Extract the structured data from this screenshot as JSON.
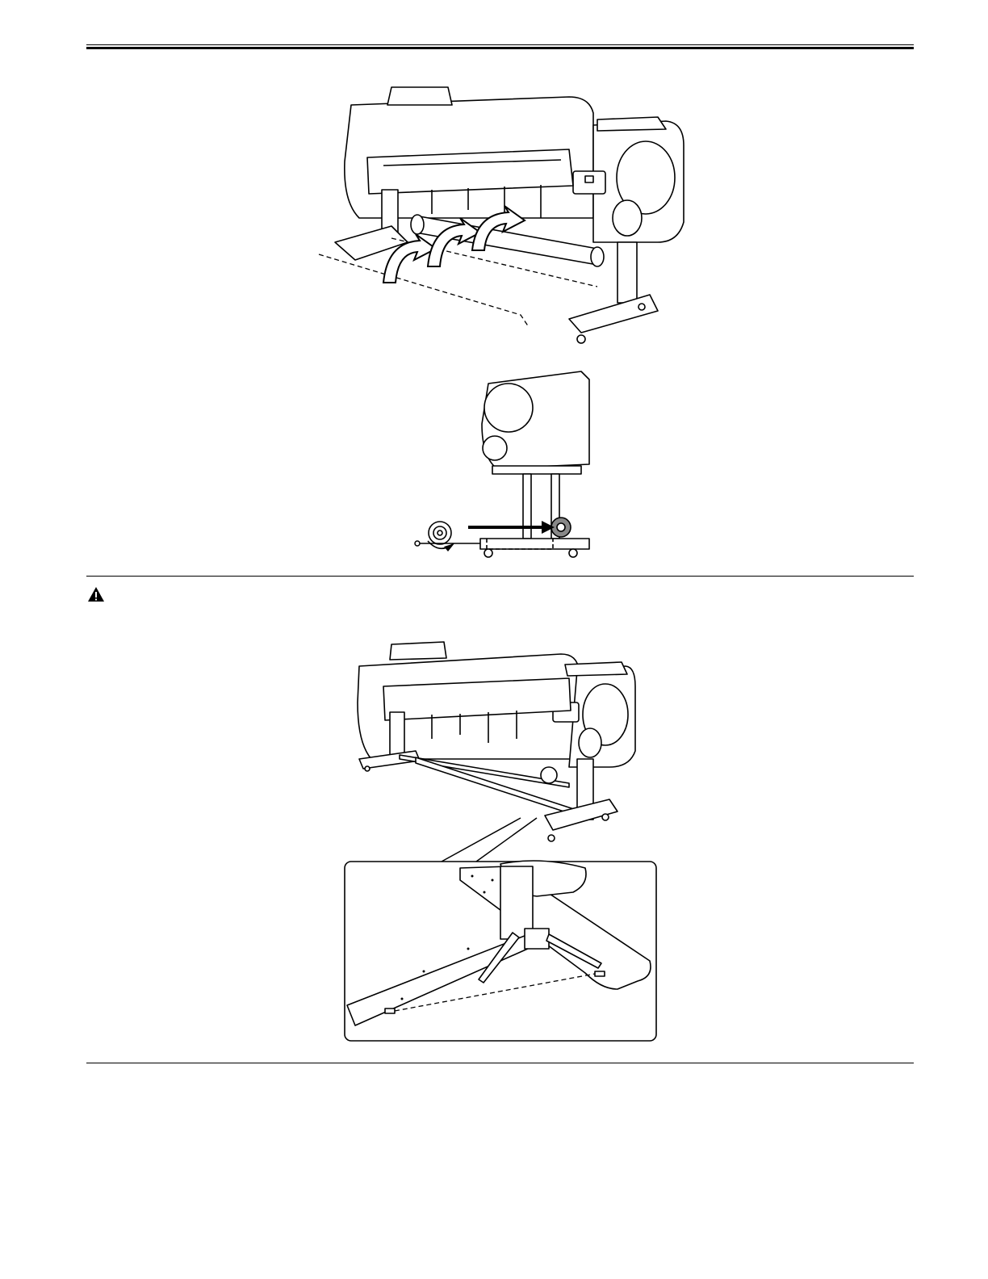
{
  "page": {
    "header_rule": "double",
    "figures": [
      {
        "id": "fig-printer-roll-front",
        "icon": "printer-with-media-roll-icon"
      },
      {
        "id": "fig-printer-side-view",
        "icon": "printer-side-roll-arrow-icon"
      },
      {
        "id": "fig-printer-stand",
        "icon": "printer-stand-icon"
      },
      {
        "id": "fig-stand-detail",
        "icon": "stand-foot-detail-icon"
      }
    ],
    "caution_icon": "warning-triangle-icon"
  }
}
